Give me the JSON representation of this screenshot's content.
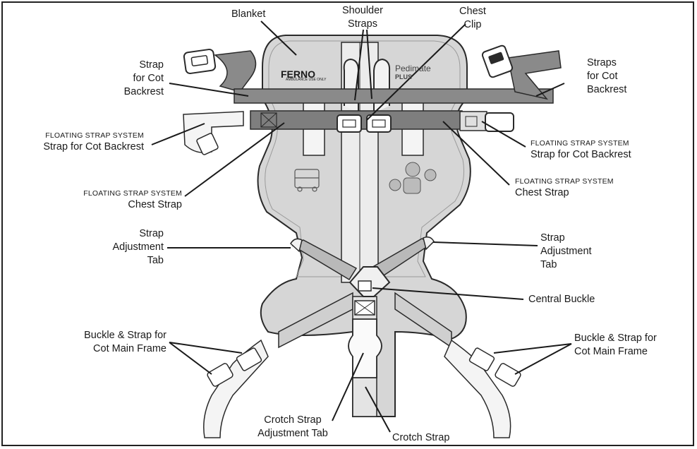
{
  "labels": {
    "blanket": "Blanket",
    "shoulder_straps": [
      "Shoulder",
      "Straps"
    ],
    "chest_clip": [
      "Chest",
      "Clip"
    ],
    "strap_for_cot_backrest_left": [
      "Strap",
      "for Cot",
      "Backrest"
    ],
    "straps_for_cot_backrest_right": [
      "Straps",
      "for Cot",
      "Backrest"
    ],
    "floating_left_backrest": {
      "system": "FLOATING STRAP SYSTEM",
      "name": "Strap for Cot Backrest"
    },
    "floating_right_backrest": {
      "system": "FLOATING STRAP SYSTEM",
      "name": "Strap for Cot Backrest"
    },
    "floating_left_chest": {
      "system": "FLOATING STRAP SYSTEM",
      "name": "Chest Strap"
    },
    "floating_right_chest": {
      "system": "FLOATING STRAP SYSTEM",
      "name": "Chest Strap"
    },
    "strap_adjustment_tab_left": [
      "Strap",
      "Adjustment",
      "Tab"
    ],
    "strap_adjustment_tab_right": [
      "Strap",
      "Adjustment",
      "Tab"
    ],
    "central_buckle": "Central Buckle",
    "buckle_strap_main_left": [
      "Buckle & Strap for",
      "Cot Main Frame"
    ],
    "buckle_strap_main_right": [
      "Buckle & Strap for",
      "Cot Main Frame"
    ],
    "crotch_strap_adjustment_tab": [
      "Crotch Strap",
      "Adjustment Tab"
    ],
    "crotch_strap": "Crotch Strap"
  },
  "blanket_print": {
    "brand_left": "FERNO",
    "brand_left_sub": "AMBULANCE USE ONLY",
    "brand_right": "Pedimate",
    "brand_right_sub": "PLUS"
  },
  "colors": {
    "strap_gray": "#8a8a8a",
    "blanket_gray": "#d4d4d4",
    "outline": "#2a2a2a"
  }
}
